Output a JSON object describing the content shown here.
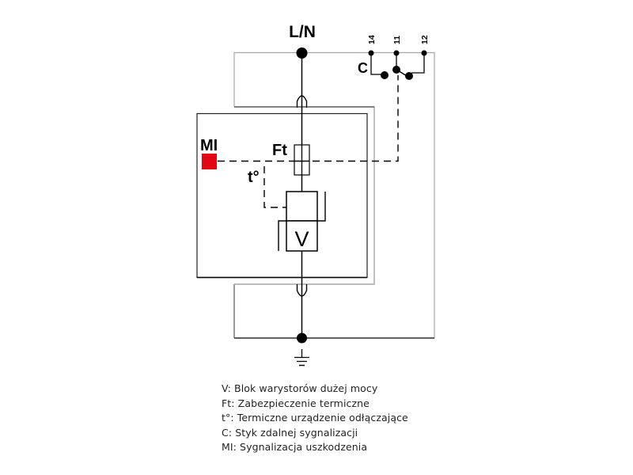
{
  "diagram": {
    "labels": {
      "line_neutral": "L/N",
      "terminal_14": "14",
      "terminal_11": "11",
      "terminal_12": "12",
      "contact": "C",
      "fault_indicator": "MI",
      "thermal_fuse": "Ft",
      "thermal_disconnector": "t°",
      "varistor": "V"
    },
    "colors": {
      "indicator": "#e30613",
      "line": "#000000",
      "frame": "#a6a6a6"
    }
  },
  "legend": {
    "items": [
      "V: Blok warystorów dużej mocy",
      "Ft: Zabezpieczenie termiczne",
      "t°: Termiczne urządzenie odłączające",
      "C: Styk zdalnej sygnalizacji",
      "MI: Sygnalizacja uszkodzenia"
    ]
  }
}
